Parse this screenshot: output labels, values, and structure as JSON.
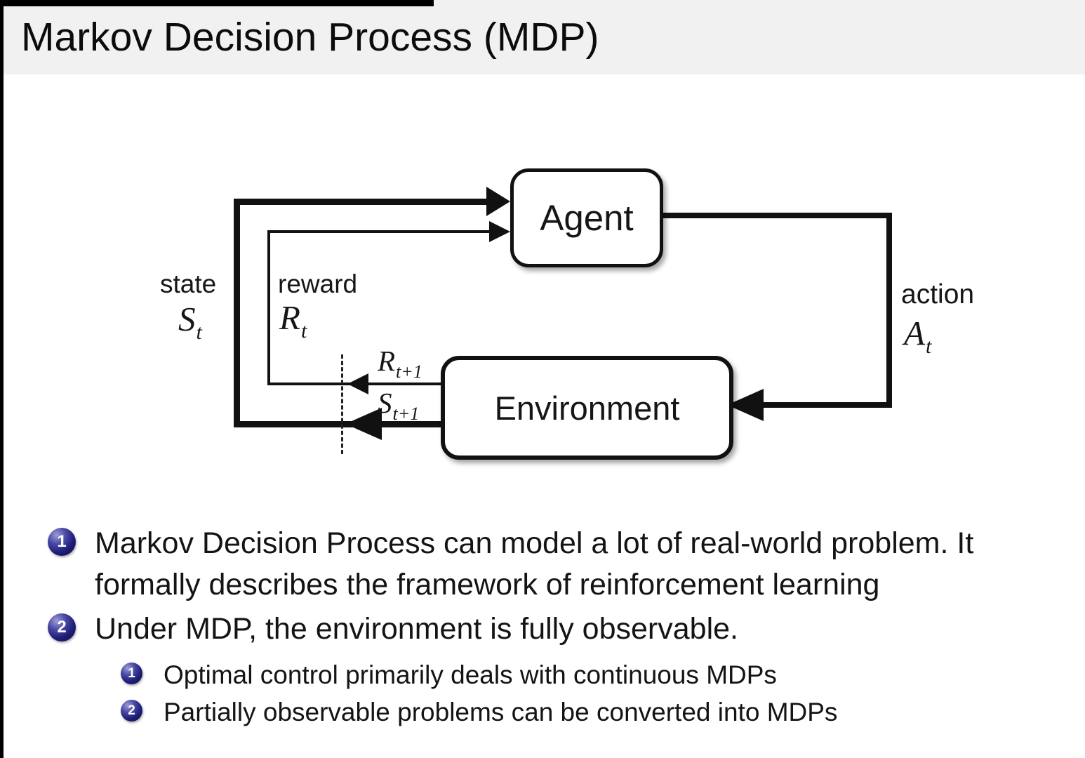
{
  "title": "Markov Decision Process (MDP)",
  "diagram": {
    "agent_label": "Agent",
    "environment_label": "Environment",
    "state": {
      "word": "state",
      "base": "S",
      "sub": "t"
    },
    "reward": {
      "word": "reward",
      "base": "R",
      "sub": "t"
    },
    "action": {
      "word": "action",
      "base": "A",
      "sub": "t"
    },
    "reward_next": {
      "base": "R",
      "sub": "t+1"
    },
    "state_next": {
      "base": "S",
      "sub": "t+1"
    }
  },
  "bullets": [
    {
      "marker": "1",
      "lines": [
        "Markov Decision Process can model a lot of real-world problem. It",
        "formally describes the framework of reinforcement learning"
      ]
    },
    {
      "marker": "2",
      "lines": [
        "Under MDP, the environment is fully observable."
      ]
    }
  ],
  "sub_bullets": [
    {
      "marker": "1",
      "text": "Optimal control primarily deals with continuous MDPs"
    },
    {
      "marker": "2",
      "text": "Partially observable problems can be converted into MDPs"
    }
  ],
  "colors": {
    "title_bar_bg": "#f1f1f1",
    "text": "#141414",
    "line": "#111111",
    "ball_navy": "#1e1e78",
    "ball_highlight": "#9d9dd6"
  }
}
